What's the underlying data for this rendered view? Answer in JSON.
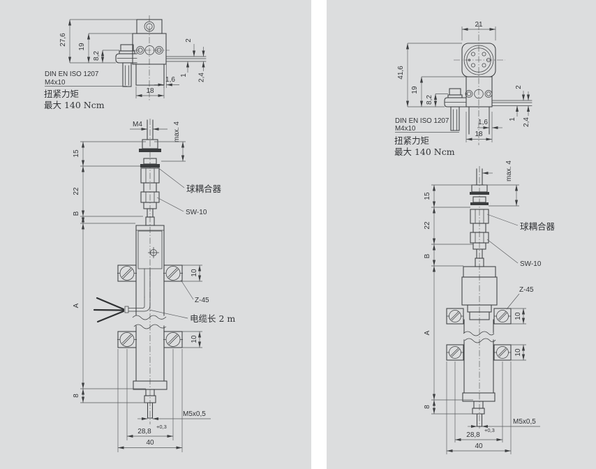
{
  "colors": {
    "panel_bg": "#dcddde",
    "divider": "#ffffff",
    "line": "#3d3f41",
    "text": "#323437"
  },
  "left": {
    "head": {
      "h27_6": "27,6",
      "h19": "19",
      "h8_2": "8,2",
      "t2": "2",
      "t1": "1",
      "t2_4": "2,4",
      "w1_6": "1,6",
      "w18": "18",
      "din1": "DIN EN ISO 1207",
      "din2": "M4x10",
      "torque1": "扭紧力矩",
      "torque2": "最大 140 Ncm"
    },
    "main": {
      "m4": "M4",
      "max4": "max. 4",
      "d15": "15",
      "d22": "22",
      "dB": "B",
      "dA": "A",
      "d8": "8",
      "d10_upper": "10",
      "d10_lower": "10",
      "ball_coupler": "球耦合器",
      "sw10": "SW-10",
      "z45": "Z-45",
      "cable": "电缆长 2 m",
      "m5": "M5x0,5",
      "d28_8": "28,8",
      "tol": "+0,3",
      "d40": "40"
    }
  },
  "right": {
    "head": {
      "w21": "21",
      "h41_6": "41,6",
      "h19": "19",
      "h8_2": "8,2",
      "t2": "2",
      "t1": "1",
      "t2_4": "2,4",
      "w1_6": "1,6",
      "w18": "18",
      "din1": "DIN EN ISO 1207",
      "din2": "M4x10",
      "torque1": "扭紧力矩",
      "torque2": "最大 140 Ncm"
    },
    "main": {
      "max4": "max. 4",
      "d15": "15",
      "d22": "22",
      "dB": "B",
      "dA": "A",
      "d8": "8",
      "d10_upper": "10",
      "d10_lower": "10",
      "ball_coupler": "球耦合器",
      "sw10": "SW-10",
      "z45": "Z-45",
      "m5": "M5x0,5",
      "d28_8": "28,8",
      "tol": "+0,3",
      "d40": "40"
    }
  }
}
